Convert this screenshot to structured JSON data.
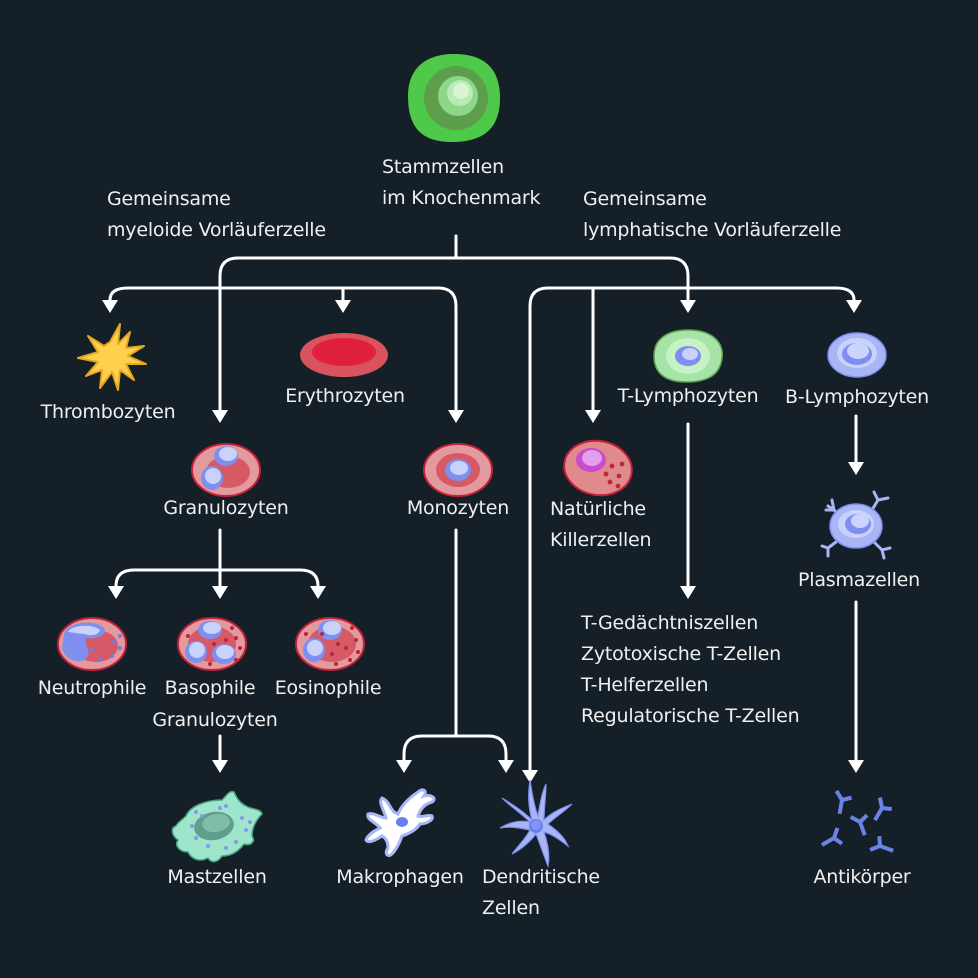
{
  "diagram": {
    "title": "Blutbildung (Hämatopoese)",
    "colors": {
      "background": "#141f27",
      "line": "#ffffff",
      "text": "#f0f0f0",
      "stem_green": "#4fc94a",
      "red_cell": "#d9324a",
      "granulocyte_pink": "#e29a9e",
      "lymph_blue": "#a9b6f5",
      "t_cell_green": "#a6e3a6",
      "platelet_yellow": "#ffd04d",
      "mast_cell_mint": "#9de6cc",
      "nk_magenta": "#c94bd0"
    }
  },
  "labels": {
    "stem_cells": [
      "Stammzellen",
      "im Knochenmark"
    ],
    "myeloid_progenitor": [
      "Gemeinsame",
      "myeloide Vorläuferzelle"
    ],
    "lymphoid_progenitor": [
      "Gemeinsame",
      "lymphatische Vorläuferzelle"
    ],
    "thrombocytes": "Thrombozyten",
    "erythrocytes": "Erythrozyten",
    "granulocytes": "Granulozyten",
    "monocytes": "Monozyten",
    "nk_cells": [
      "Natürliche",
      "Killerzellen"
    ],
    "t_lymphocytes": "T-Lymphozyten",
    "b_lymphocytes": "B-Lymphozyten",
    "plasma_cells": "Plasmazellen",
    "neutrophils": "Neutrophile",
    "basophils": "Basophile",
    "eosinophils": "Eosinophile",
    "granulocytes_sub": "Granulozyten",
    "t_cell_types": [
      "T-Gedächtniszellen",
      "Zytotoxische T-Zellen",
      "T-Helferzellen",
      "Regulatorische T-Zellen"
    ],
    "mast_cells": "Mastzellen",
    "macrophages": "Makrophagen",
    "dendritic_cells": [
      "Dendritische",
      "Zellen"
    ],
    "antibodies": "Antikörper"
  },
  "icons": {
    "stem_cell": "stem-cell-icon",
    "thrombocyte": "platelet-icon",
    "erythrocyte": "red-blood-cell-icon",
    "granulocyte": "granulocyte-icon",
    "monocyte": "monocyte-icon",
    "nk_cell": "nk-cell-icon",
    "t_lymphocyte": "t-cell-icon",
    "b_lymphocyte": "b-cell-icon",
    "plasma_cell": "plasma-cell-icon",
    "neutrophil": "neutrophil-icon",
    "basophil": "basophil-icon",
    "eosinophil": "eosinophil-icon",
    "mast_cell": "mast-cell-icon",
    "macrophage": "macrophage-icon",
    "dendritic_cell": "dendritic-cell-icon",
    "antibody": "antibody-icon"
  }
}
